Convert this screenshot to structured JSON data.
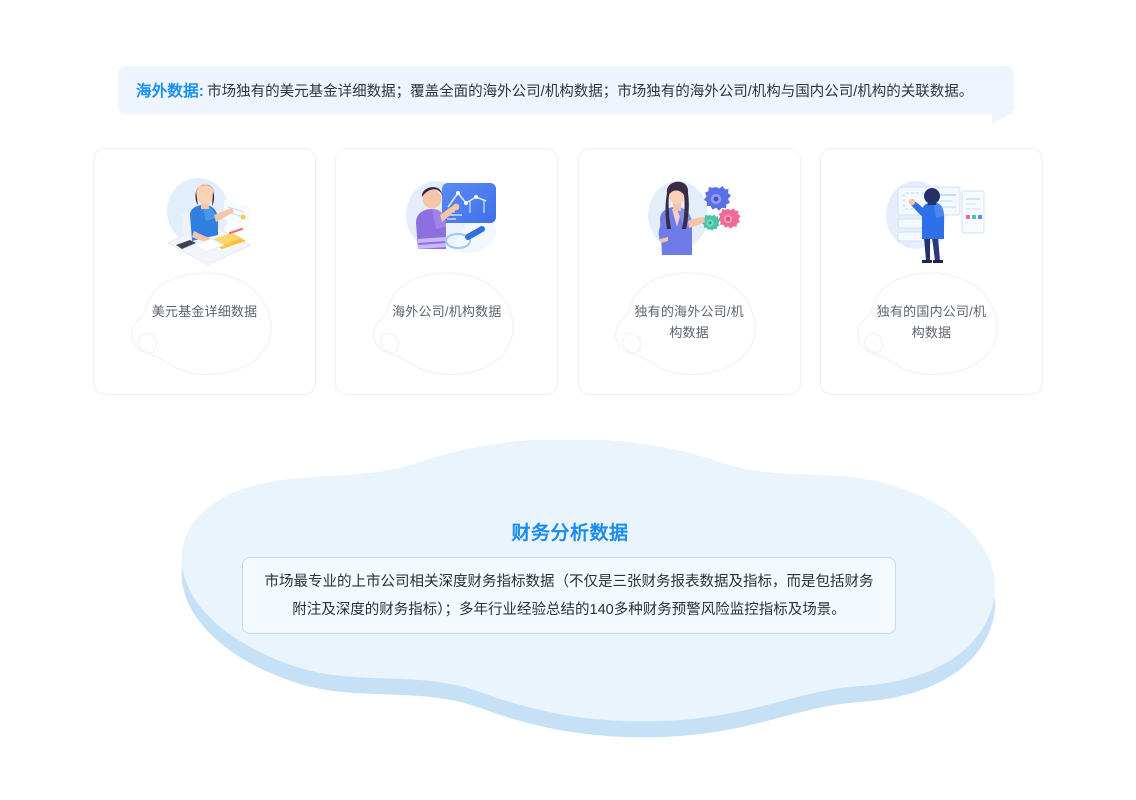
{
  "banner": {
    "title": "海外数据:",
    "text": "市场独有的美元基金详细数据；覆盖全面的海外公司/机构数据；市场独有的海外公司/机构与国内公司/机构的关联数据。",
    "background_color": "#eef5fe",
    "title_color": "#1890f6"
  },
  "cards": [
    {
      "label": "美元基金详细数据",
      "icon": "woman-at-desk-illustration"
    },
    {
      "label": "海外公司/机构数据",
      "icon": "man-presenting-chart-illustration"
    },
    {
      "label": "独有的海外公司/机构数据",
      "icon": "woman-with-gears-illustration"
    },
    {
      "label": "独有的国内公司/机构数据",
      "icon": "man-at-board-illustration"
    }
  ],
  "bottom": {
    "title": "财务分析数据",
    "title_color": "#1a8cf0",
    "text": "市场最专业的上市公司相关深度财务指标数据（不仅是三张财务报表数据及指标，而是包括财务附注及深度的财务指标）；多年行业经验总结的140多种财务预警风险监控指标及场景。",
    "blob_fill": "#eaf4fd",
    "blob_shadow": "#bcdcf5",
    "box_border": "#bfdcf5"
  }
}
